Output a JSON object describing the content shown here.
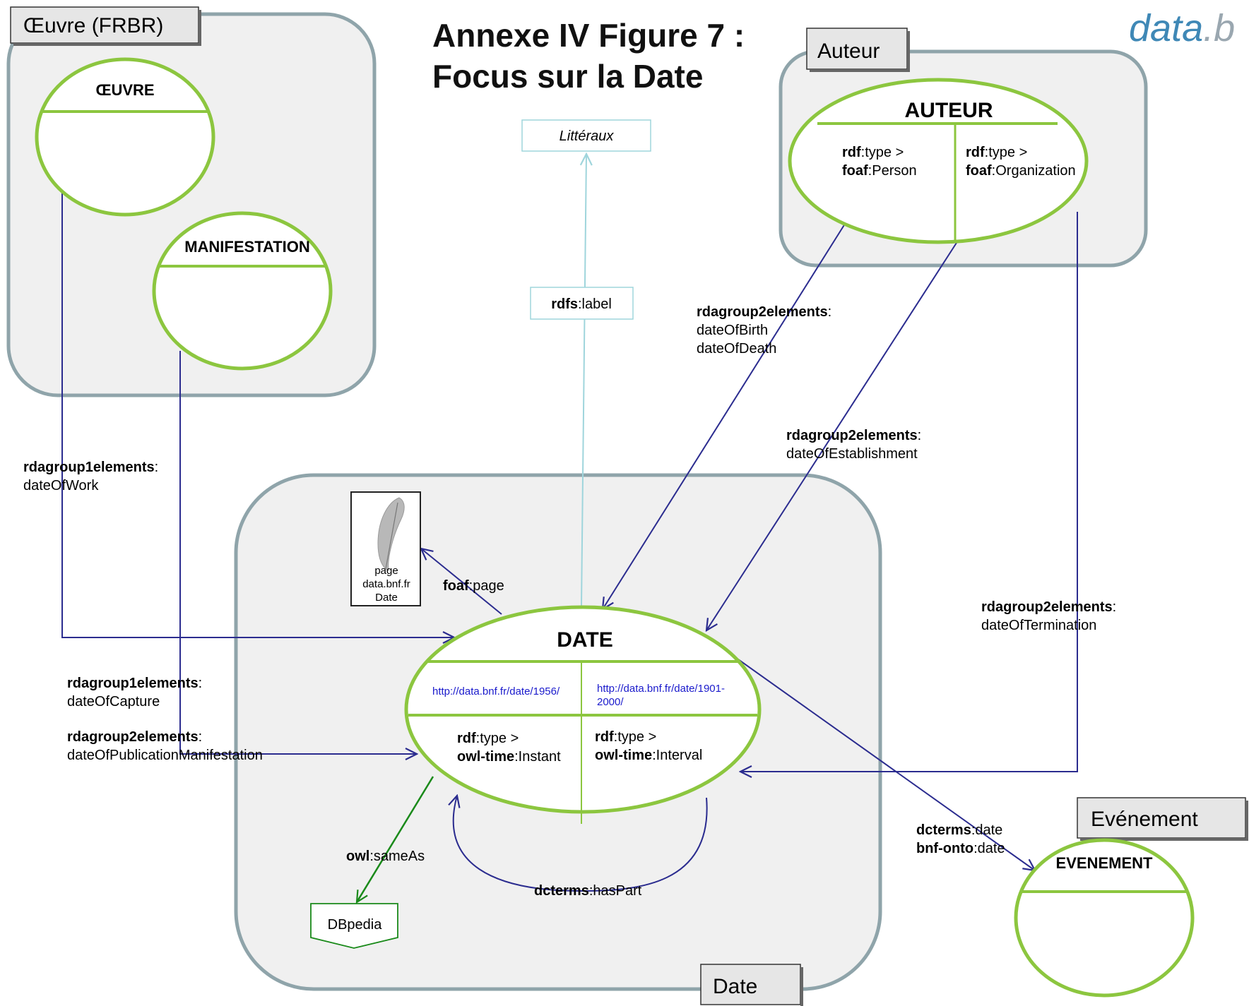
{
  "title": {
    "line1": "Annexe IV Figure 7 :",
    "line2": "Focus sur la Date"
  },
  "logo": {
    "text1": "data",
    "text2": ".b",
    "color": "#3f88b6"
  },
  "colors": {
    "accent_green": "#8cc63f",
    "link_navy": "#2b2c8f",
    "container_stroke": "#8fa4aa",
    "container_fill": "#f0f0f0",
    "tab_fill": "#e6e6e6",
    "literal_stroke": "#9fd5dc",
    "dbpedia_green": "#1a8a1a",
    "uri_blue": "#1a1acc"
  },
  "containers": {
    "oeuvre": {
      "tab": "Œuvre (FRBR)"
    },
    "auteur": {
      "tab": "Auteur"
    },
    "date": {
      "tab": "Date"
    },
    "evenement": {
      "tab": "Evénement"
    }
  },
  "entities": {
    "oeuvre": {
      "title": "ŒUVRE"
    },
    "manifestation": {
      "title": "MANIFESTATION"
    },
    "auteur": {
      "title": "AUTEUR",
      "cells": [
        {
          "prefix1": "rdf",
          "rest1": ":type >",
          "prefix2": "foaf",
          "rest2": ":Person"
        },
        {
          "prefix1": "rdf",
          "rest1": ":type >",
          "prefix2": "foaf",
          "rest2": ":Organization"
        }
      ]
    },
    "date": {
      "title": "DATE",
      "uri_left": "http://data.bnf.fr/date/1956/",
      "uri_right_line1": "http://data.bnf.fr/date/1901-",
      "uri_right_line2": "2000/",
      "cells": [
        {
          "prefix1": "rdf",
          "rest1": ":type >",
          "prefix2": "owl-time",
          "rest2": ":Instant"
        },
        {
          "prefix1": "rdf",
          "rest1": ":type >",
          "prefix2": "owl-time",
          "rest2": ":Interval"
        }
      ]
    },
    "evenement": {
      "title": "EVENEMENT"
    }
  },
  "literal_box": {
    "label": "Littéraux"
  },
  "rdfs_label": {
    "prefix": "rdfs",
    "rest": ":label"
  },
  "page_doc": {
    "line1": "page",
    "line2": "data.bnf.fr",
    "line3": "Date"
  },
  "dbpedia": {
    "label": "DBpedia"
  },
  "edges": {
    "dateOfWork": {
      "prefix": "rdagroup1elements",
      "sep": ":",
      "prop": "dateOfWork"
    },
    "dateOfCapture": {
      "prefix": "rdagroup1elements",
      "sep": ":",
      "prop": "dateOfCapture"
    },
    "dateOfPublication": {
      "prefix": "rdagroup2elements",
      "sep": ":",
      "prop": "dateOfPublicationManifestation"
    },
    "birthDeath": {
      "prefix": "rdagroup2elements",
      "sep": ":",
      "prop1": "dateOfBirth",
      "prop2": "dateOfDeath"
    },
    "establishment": {
      "prefix": "rdagroup2elements",
      "sep": ":",
      "prop": "dateOfEstablishment"
    },
    "termination": {
      "prefix": "rdagroup2elements",
      "sep": ":",
      "prop": "dateOfTermination"
    },
    "foafPage": {
      "prefix": "foaf",
      "rest": ":page"
    },
    "sameAs": {
      "prefix": "owl",
      "rest": ":sameAs"
    },
    "hasPart": {
      "prefix": "dcterms",
      "rest": ":hasPart"
    },
    "eventDate": {
      "prefix1": "dcterms",
      "rest1": ":date",
      "prefix2": "bnf-onto",
      "rest2": ":date"
    }
  }
}
